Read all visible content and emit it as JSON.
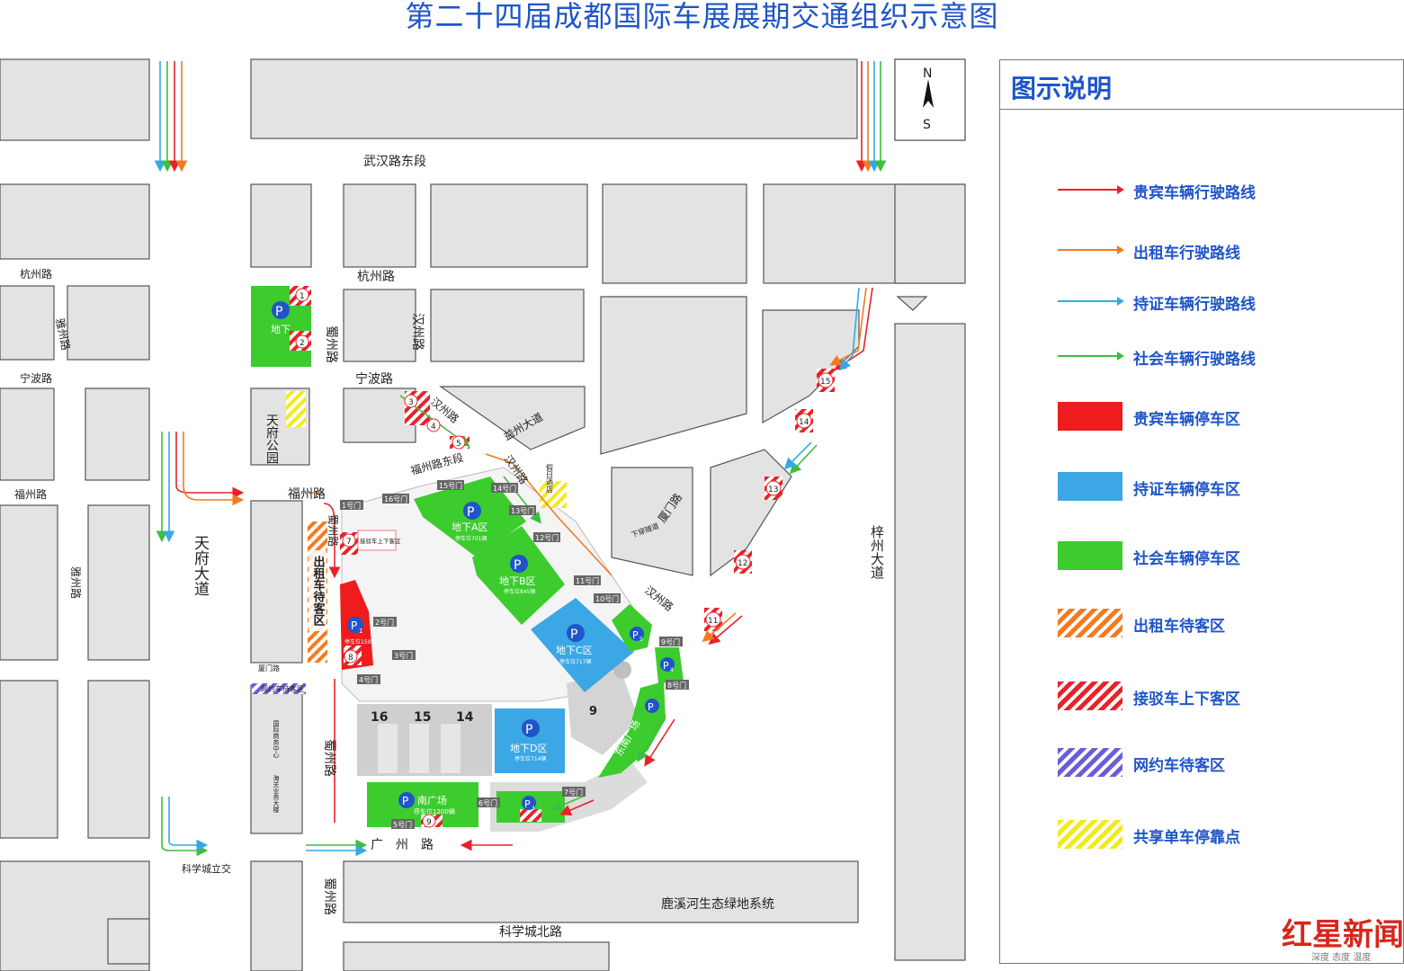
{
  "title": "第二十四届成都国际车展展期交通组织示意图",
  "compass": {
    "north": "N",
    "south": "S"
  },
  "roads": {
    "wuhan": "武汉路东段",
    "hangzhou_w": "杭州路",
    "hangzhou_e": "杭州路",
    "ningbo_w": "宁波路",
    "ningbo_e": "宁波路",
    "fuzhou_w": "福州路",
    "fuzhou_e": "福州路",
    "fuzhou_east_seg": "福州路东段",
    "yazhou_1": "雅州路",
    "yazhou_2": "雅州路",
    "shuzhou_1": "蜀州路",
    "shuzhou_2": "蜀州路",
    "shuzhou_3": "蜀州路",
    "shuzhou_4": "蜀州路",
    "hanzhou_1": "汉州路",
    "hanzhou_2": "汉州路",
    "hanzhou_3": "汉州路",
    "hanzhou_4": "汉州路",
    "tianfu": "天府大道",
    "zizhou": "梓州大道",
    "guangzhou": "广　州　路",
    "xiamen": "厦门路",
    "xiamen_w": "厦门路",
    "yizhou": "益州大道",
    "kxc_north": "科学城北路",
    "kxc_interchange": "科学城立交",
    "luxi": "鹿溪河生态绿地系统",
    "tianfu_park": "天府公园",
    "underpass": "下穿隧道",
    "holiday_hotel": "假日酒店",
    "intl_business": "国际商务中心",
    "customs": "海关业务大楼"
  },
  "parking": {
    "north_ug": {
      "p": "P",
      "name": "地下"
    },
    "A": {
      "p": "P",
      "name": "地下A区",
      "cap": "停车位701辆"
    },
    "B": {
      "p": "P",
      "name": "地下B区",
      "cap": "停车位845辆"
    },
    "C": {
      "p": "P",
      "name": "地下C区",
      "cap": "停车位717辆"
    },
    "D": {
      "p": "P",
      "name": "地下D区",
      "cap": "停车位714辆"
    },
    "south": {
      "p": "P",
      "name": "南广场",
      "cap": "停车位1200辆"
    },
    "P1": {
      "p": "P",
      "sub": "1",
      "cap": "停车位150辆"
    },
    "P3": {
      "p": "P",
      "sub": "3"
    },
    "P4": {
      "p": "P",
      "sub": "4"
    },
    "P5": {
      "p": "P",
      "sub": "5"
    },
    "east_plaza": {
      "p": "P",
      "name": "东南广场"
    }
  },
  "halls": {
    "h16": "16",
    "h15": "15",
    "h14": "14",
    "h9": "9"
  },
  "gates": [
    "1号门",
    "2号门",
    "3号门",
    "4号门",
    "5号门",
    "6号门",
    "7号门",
    "8号门",
    "9号门",
    "10号门",
    "11号门",
    "12号门",
    "13号门",
    "14号门",
    "15号门",
    "16号门"
  ],
  "shuttle_numbers": [
    "1",
    "2",
    "3",
    "4",
    "5",
    "7",
    "8",
    "9",
    "11",
    "12",
    "13",
    "14",
    "15"
  ],
  "taxi_zone": "出租车待客区",
  "shuttle_zone": "接驳车上下客区",
  "ridehail_zone": "网约车待客区",
  "legend": {
    "title": "图示说明",
    "items": [
      {
        "kind": "line",
        "color": "#e8222a",
        "label": "贵宾车辆行驶路线"
      },
      {
        "kind": "line",
        "color": "#f47a20",
        "label": "出租车行驶路线"
      },
      {
        "kind": "line",
        "color": "#35a9e6",
        "label": "持证车辆行驶路线"
      },
      {
        "kind": "line",
        "color": "#3cbf3c",
        "label": "社会车辆行驶路线"
      },
      {
        "kind": "solid",
        "color": "#ee1c1c",
        "label": "贵宾车辆停车区"
      },
      {
        "kind": "solid",
        "color": "#3ba7e5",
        "label": "持证车辆停车区"
      },
      {
        "kind": "solid",
        "color": "#3ccc2e",
        "label": "社会车辆停车区"
      },
      {
        "kind": "hatch",
        "color": "#f47a20",
        "label": "出租车待客区"
      },
      {
        "kind": "hatch",
        "color": "#e8222a",
        "label": "接驳车上下客区"
      },
      {
        "kind": "hatch",
        "color": "#6a5ed8",
        "label": "网约车待客区"
      },
      {
        "kind": "hatch",
        "color": "#f2ea1a",
        "label": "共享单车停靠点"
      }
    ]
  },
  "watermark": "红星新闻",
  "watermark_sub": "深度 态度 温度"
}
